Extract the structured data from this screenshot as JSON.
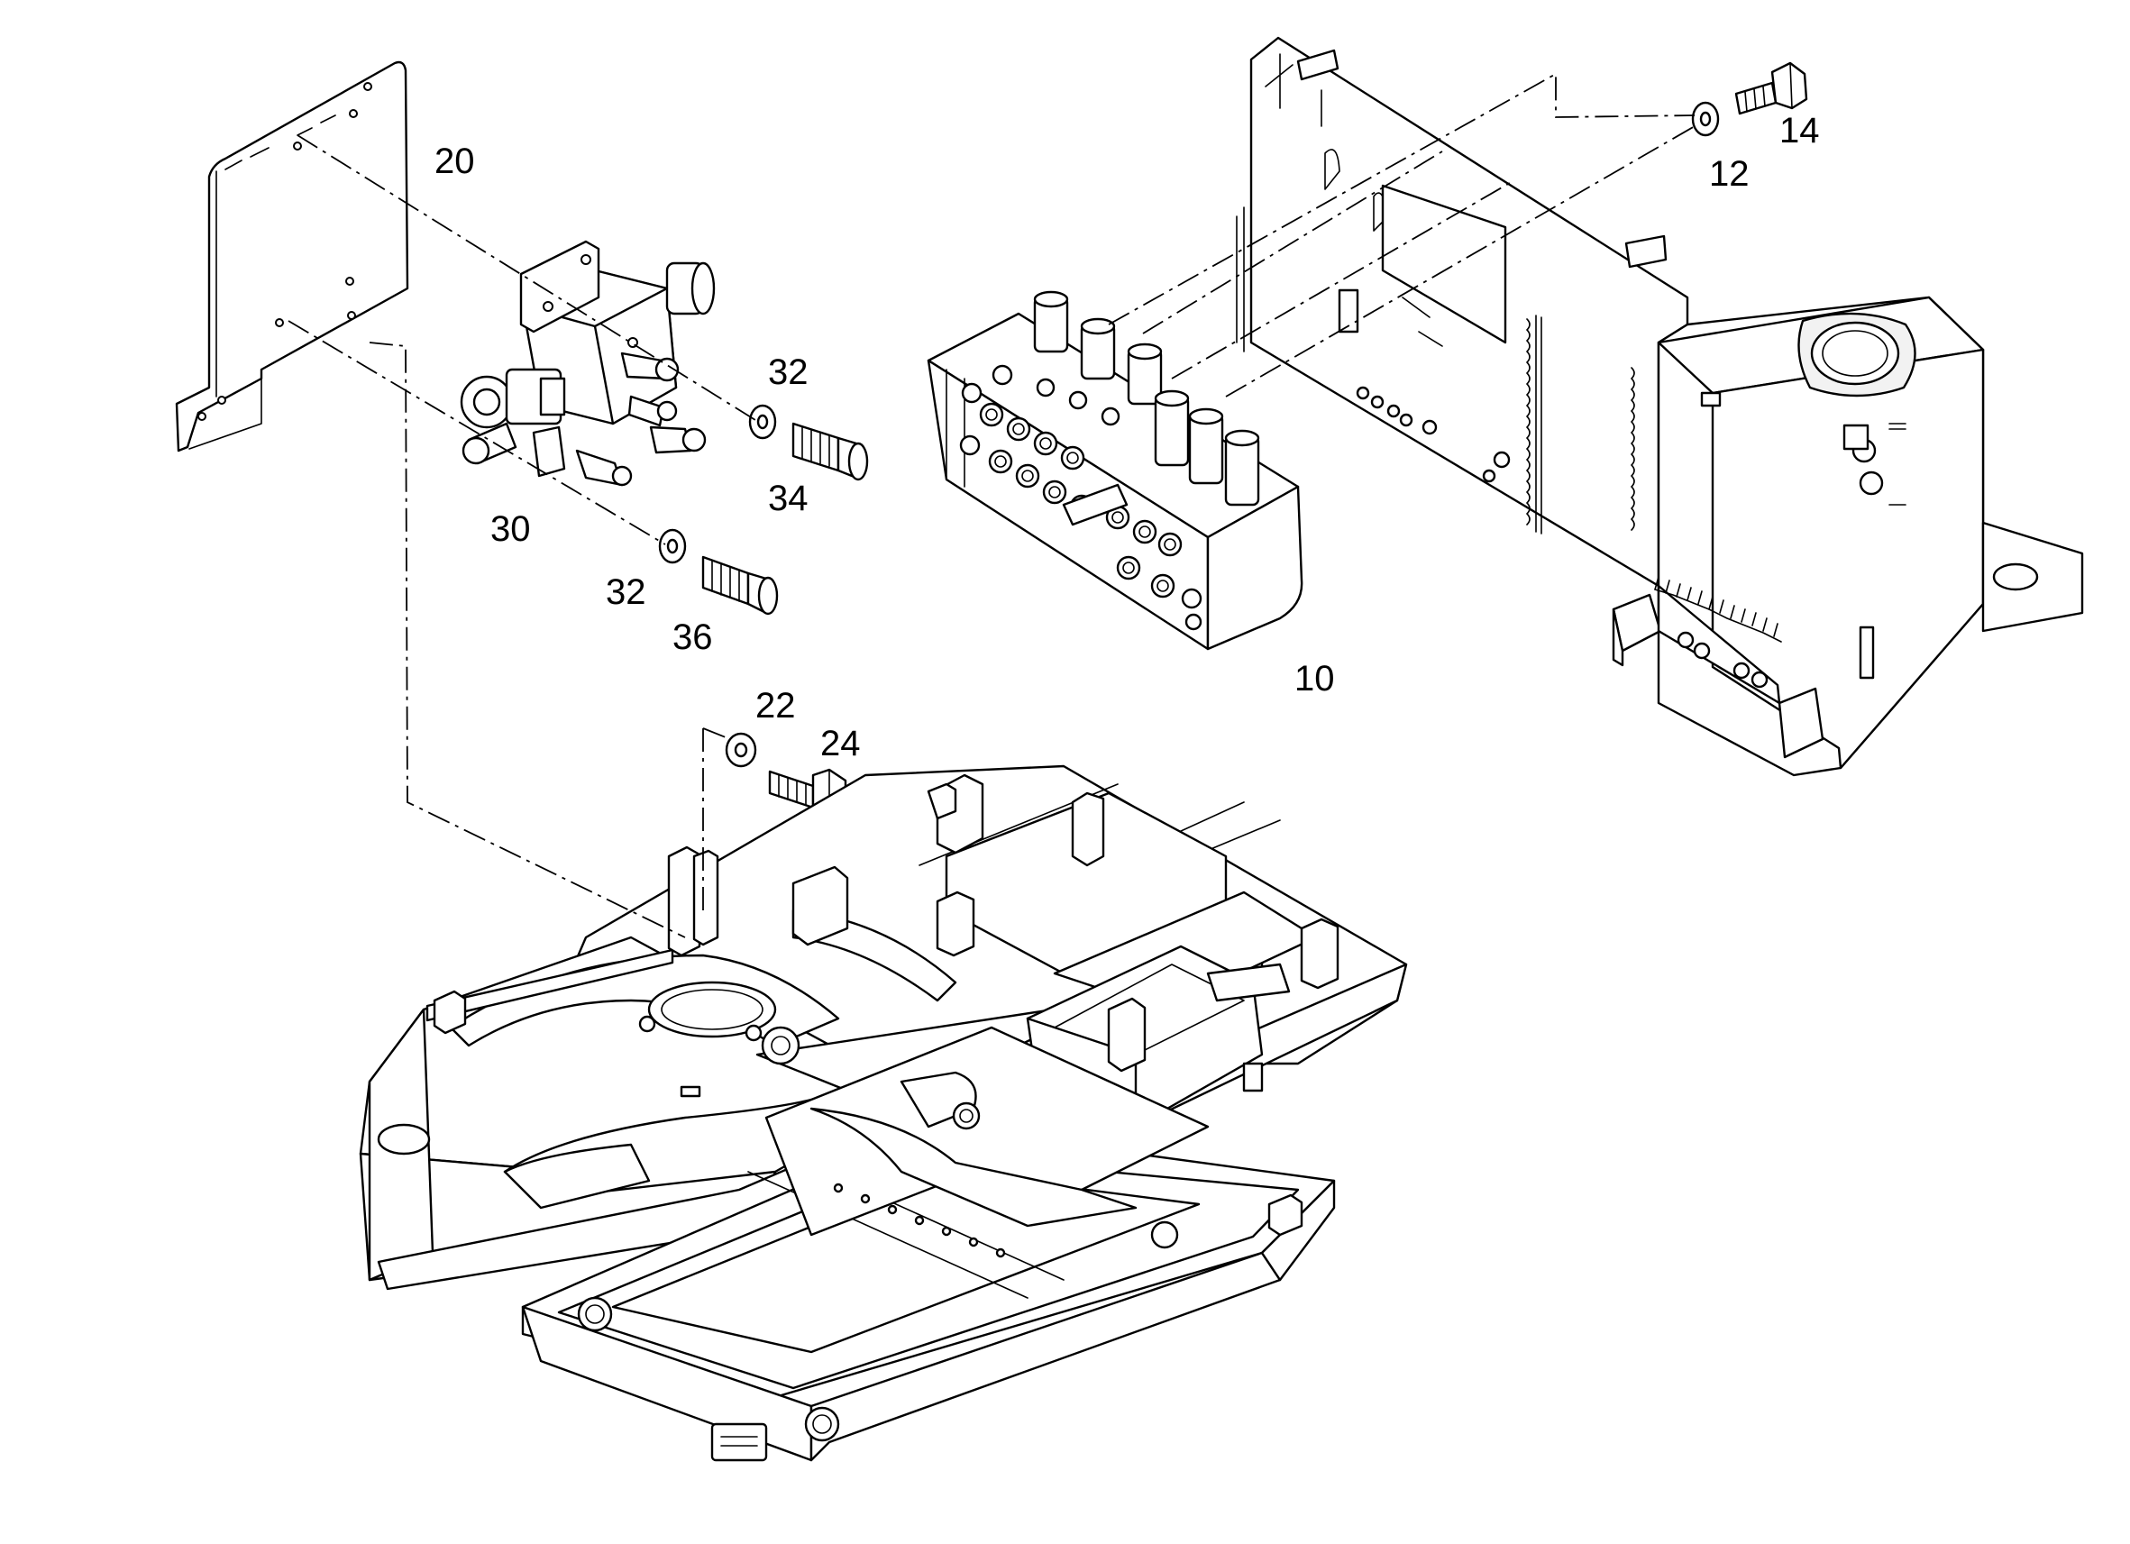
{
  "callouts": {
    "c10": "10",
    "c12": "12",
    "c14": "14",
    "c20": "20",
    "c22": "22",
    "c24": "24",
    "c30": "30",
    "c32a": "32",
    "c32b": "32",
    "c34": "34",
    "c36": "36"
  }
}
